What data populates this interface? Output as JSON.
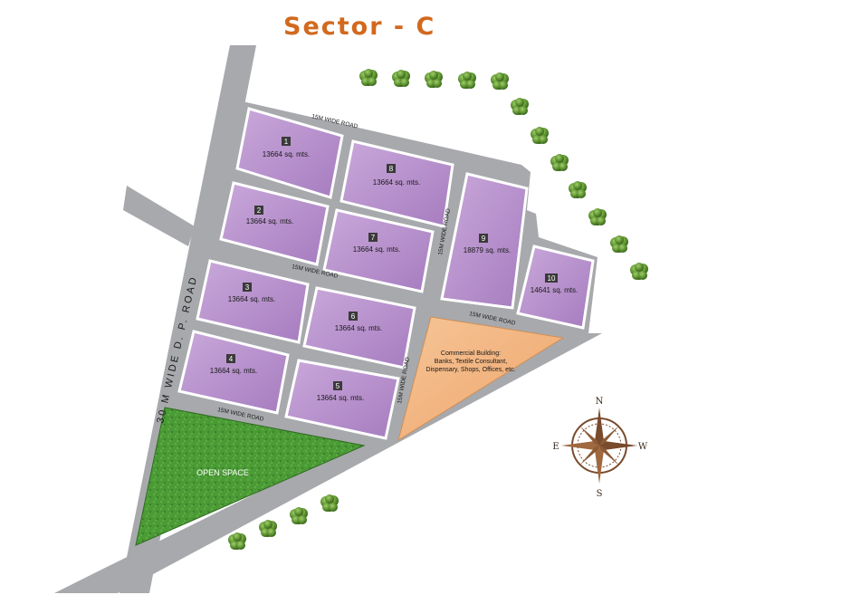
{
  "title": "Sector - C",
  "roads": {
    "main": "30 M WIDE D. P. ROAD",
    "r15_top": "15M WIDE ROAD",
    "r15_middle": "15M WIDE ROAD",
    "r15_bottom": "15M WIDE ROAD",
    "r15_right": "15M WIDE ROAD",
    "r15_vert_a": "15M WIDE ROAD",
    "r15_vert_b": "15M WIDE ROAD"
  },
  "plots": [
    {
      "number": "1",
      "area": "13664 sq. mts."
    },
    {
      "number": "2",
      "area": "13664 sq. mts."
    },
    {
      "number": "3",
      "area": "13664 sq. mts."
    },
    {
      "number": "4",
      "area": "13664 sq. mts."
    },
    {
      "number": "5",
      "area": "13664 sq. mts."
    },
    {
      "number": "6",
      "area": "13664 sq. mts."
    },
    {
      "number": "7",
      "area": "13664 sq. mts."
    },
    {
      "number": "8",
      "area": "13664 sq. mts."
    },
    {
      "number": "9",
      "area": "18879 sq. mts."
    },
    {
      "number": "10",
      "area": "14641 sq. mts."
    }
  ],
  "commercial": {
    "line1": "Commercial Building:",
    "line2": "Banks, Textile Consultant,",
    "line3": "Dispensary, Shops, Offices, etc."
  },
  "open_space": "OPEN SPACE",
  "compass": {
    "n": "N",
    "s": "S",
    "e": "E",
    "w": "W"
  },
  "colors": {
    "plot": "#b58fc9",
    "road": "#a7a9ac",
    "commercial": "#f2b27c",
    "open_space": "#3f8f2e",
    "title": "#d2691e",
    "compass": "#7a4a2c"
  }
}
